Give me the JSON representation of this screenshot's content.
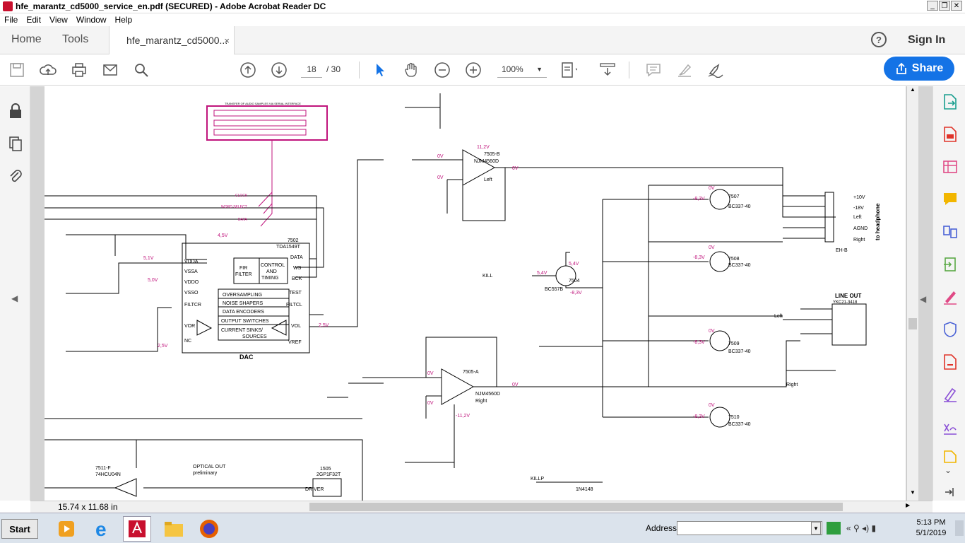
{
  "window": {
    "title": "hfe_marantz_cd5000_service_en.pdf (SECURED) - Adobe Acrobat Reader DC"
  },
  "menu": [
    "File",
    "Edit",
    "View",
    "Window",
    "Help"
  ],
  "tabs": {
    "home": "Home",
    "tools": "Tools",
    "doc": "hfe_marantz_cd5000...",
    "close": "×"
  },
  "header": {
    "signin": "Sign In",
    "share": "Share",
    "help": "?"
  },
  "toolbar": {
    "page_current": "18",
    "page_total": "/ 30",
    "zoom": "100%"
  },
  "status": {
    "dimensions": "15.74 x 11.68 in"
  },
  "taskbar": {
    "start": "Start",
    "address_label": "Address",
    "time": "5:13 PM",
    "date": "5/1/2019"
  },
  "schematic": {
    "inset_title": "TRANSFER OF AUDIO SAMPLES VIA SERIAL INTERFACE",
    "signals": [
      "CLOCK",
      "WORD SELECT",
      "DATA"
    ],
    "dac_blocks": [
      "OVERSAMPLING",
      "NOISE SHAPERS",
      "DATA ENCODERS",
      "OUTPUT SWITCHES",
      "CURRENT SINKS/ SOURCES"
    ],
    "dac_label": "DAC",
    "fir": "FIR FILTER",
    "control": "CONTROL AND TIMING",
    "chip": "7502 TDA1549T",
    "pins_left": [
      "VDDA",
      "VSSA",
      "VDDO",
      "VSSO",
      "FILTCR",
      "VOR",
      "NC"
    ],
    "pins_right": [
      "DATA",
      "WS",
      "BCK",
      "TEST",
      "FILTCL",
      "VOL",
      "VREF"
    ],
    "opamp_a": "7505-A NJM4560D",
    "opamp_b": "7505-B NJM4560D",
    "left": "Left",
    "right": "Right",
    "line_out": "LINE OUT",
    "line_out_part": "YKC21-3418",
    "headphone": "to headphone",
    "hp_pins": [
      "+10V",
      "-18V",
      "Left",
      "AGND",
      "Right"
    ],
    "voltages": [
      "11,2V",
      "-11,2V",
      "0V",
      "4,5V",
      "5,1V",
      "5,0V",
      "2,5V",
      "-8,3V",
      "5,4V"
    ],
    "transistors": [
      "7507 BC337-40",
      "7508 BC337-40",
      "7509 BC337-40",
      "7510 BC337-40",
      "7504 BC557B"
    ],
    "misc": [
      "OPTICAL OUT preliminary",
      "DRIVER",
      "1505 2GP1F32T",
      "7511-F 74HCU04N",
      "EH-B",
      "KILL",
      "KILLP",
      "1N4148"
    ]
  }
}
